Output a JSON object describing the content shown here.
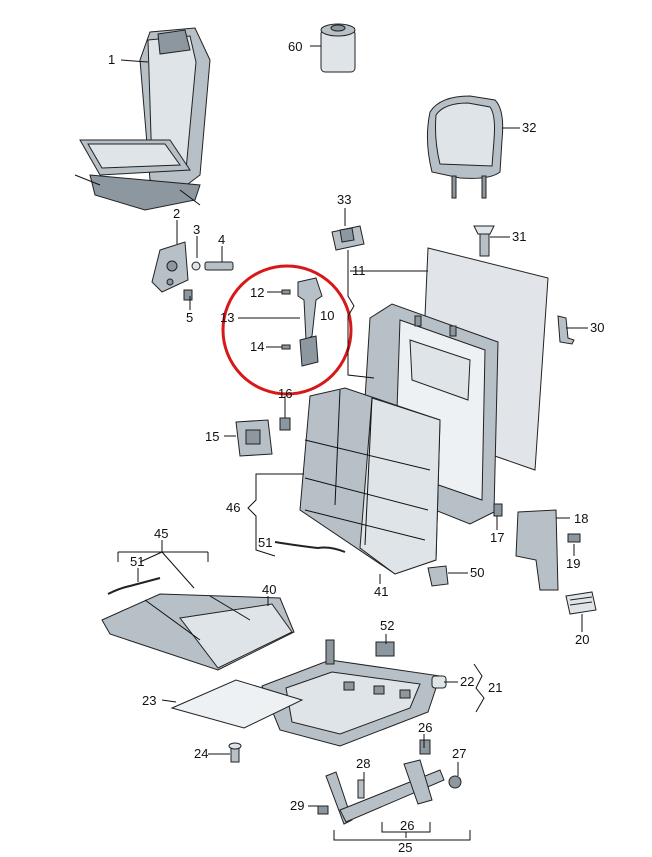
{
  "diagram": {
    "callouts": [
      "1",
      "2",
      "3",
      "4",
      "5",
      "10",
      "11",
      "12",
      "13",
      "14",
      "15",
      "16",
      "17",
      "18",
      "19",
      "20",
      "21",
      "22",
      "23",
      "24",
      "25",
      "26",
      "26",
      "27",
      "28",
      "29",
      "30",
      "31",
      "32",
      "33",
      "40",
      "41",
      "45",
      "46",
      "50",
      "51",
      "51",
      "52",
      "60"
    ],
    "highlight_color": "#d81818",
    "part_colors": {
      "dark": "#8c97a0",
      "mid": "#b7c0c7",
      "light": "#dfe4e8"
    }
  }
}
